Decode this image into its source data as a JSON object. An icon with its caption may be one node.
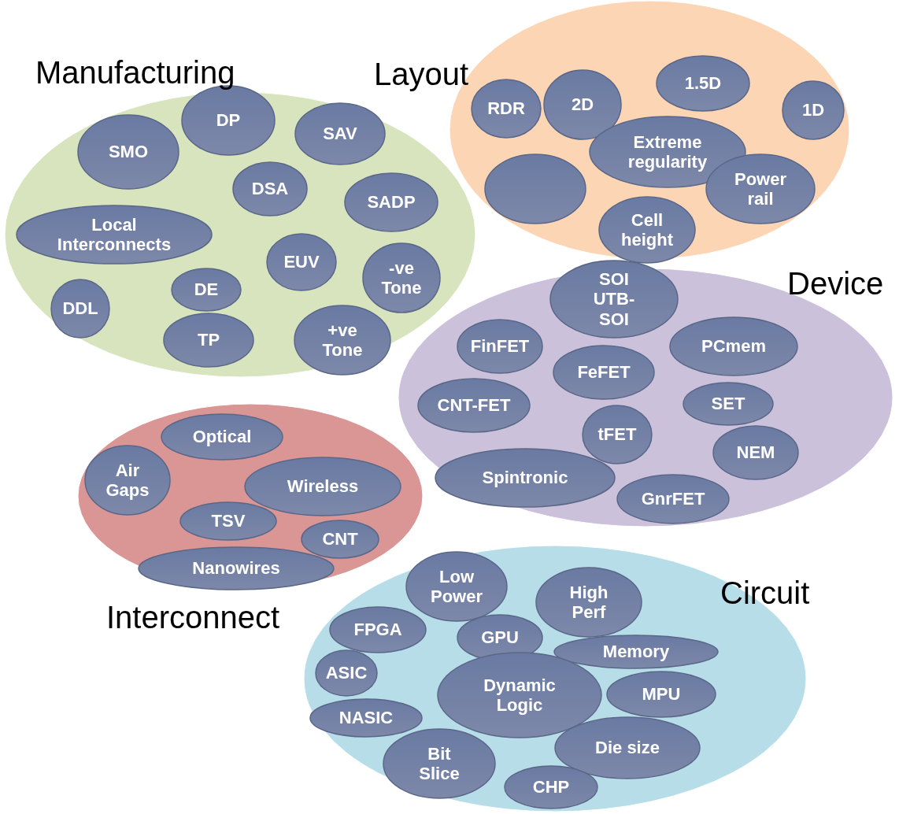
{
  "diagram": {
    "nodes": [
      {
        "text": [
          "Manufacturing"
        ]
      },
      {
        "text": [
          "SMO"
        ],
        "in": 0
      },
      {
        "text": [
          "DP"
        ],
        "in": 0
      },
      {
        "text": [
          "SAV"
        ],
        "in": 0
      },
      {
        "text": [
          "DSA"
        ],
        "in": 0
      },
      {
        "text": [
          "SADP"
        ],
        "in": 0
      },
      {
        "text": [
          "Local Interconnects"
        ],
        "in": 0
      },
      {
        "text": [
          "EUV"
        ],
        "in": 0
      },
      {
        "text": [
          "-ve Tone"
        ],
        "in": 0
      },
      {
        "text": [
          "DE"
        ],
        "in": 0
      },
      {
        "text": [
          "DDL"
        ],
        "in": 0
      },
      {
        "text": [
          "TP"
        ],
        "in": 0
      },
      {
        "text": [
          "+ve Tone"
        ],
        "in": 0
      },
      {
        "text": [
          "Layout"
        ]
      },
      {
        "text": [
          "RDR"
        ],
        "in": 13
      },
      {
        "text": [
          "2D"
        ],
        "in": 13
      },
      {
        "text": [
          "1.5D"
        ],
        "in": 13
      },
      {
        "text": [
          "1D"
        ],
        "in": 13
      },
      {
        "text": [
          "Extreme regularity"
        ],
        "in": 13
      },
      {
        "text": [],
        "shape": "ellipse",
        "in": 13
      },
      {
        "text": [
          "Power rail"
        ],
        "in": 13
      },
      {
        "text": [
          "Cell height"
        ],
        "in": 13
      },
      {
        "text": [
          "Device"
        ]
      },
      {
        "text": [
          "SOI UTB-SOI"
        ],
        "in": 22
      },
      {
        "text": [
          "FinFET"
        ],
        "in": 22
      },
      {
        "text": [
          "PCmem"
        ],
        "in": 22
      },
      {
        "text": [
          "FeFET"
        ],
        "in": 22
      },
      {
        "text": [
          "CNT-FET"
        ],
        "in": 22
      },
      {
        "text": [
          "SET"
        ],
        "in": 22
      },
      {
        "text": [
          "tFET"
        ],
        "in": 22
      },
      {
        "text": [
          "NEM"
        ],
        "in": 22
      },
      {
        "text": [
          "Spintronic"
        ],
        "in": 22
      },
      {
        "text": [
          "GnrFET"
        ],
        "in": 22
      },
      {
        "text": [
          "Interconnect"
        ]
      },
      {
        "text": [
          "Optical"
        ],
        "in": 33
      },
      {
        "text": [
          "Air Gaps"
        ],
        "in": 33
      },
      {
        "text": [
          "Wireless"
        ],
        "in": 33
      },
      {
        "text": [
          "TSV"
        ],
        "in": 33
      },
      {
        "text": [
          "CNT"
        ],
        "in": 33
      },
      {
        "text": [
          "Nanowires"
        ],
        "in": 33
      },
      {
        "text": [
          "Circuit"
        ]
      },
      {
        "text": [
          "Low Power"
        ],
        "in": 40
      },
      {
        "text": [
          "High Perf"
        ],
        "in": 40
      },
      {
        "text": [
          "FPGA"
        ],
        "in": 40
      },
      {
        "text": [
          "GPU"
        ],
        "in": 40
      },
      {
        "text": [
          "Memory"
        ],
        "in": 40
      },
      {
        "text": [
          "ASIC"
        ],
        "in": 40
      },
      {
        "text": [
          "Dynamic Logic"
        ],
        "in": 40
      },
      {
        "text": [
          "MPU"
        ],
        "in": 40
      },
      {
        "text": [
          "NASIC"
        ],
        "in": 40
      },
      {
        "text": [
          "Bit Slice"
        ],
        "in": 40
      },
      {
        "text": [
          "Die size"
        ],
        "in": 40
      },
      {
        "text": [
          "CHP"
        ],
        "in": 40
      }
    ]
  }
}
